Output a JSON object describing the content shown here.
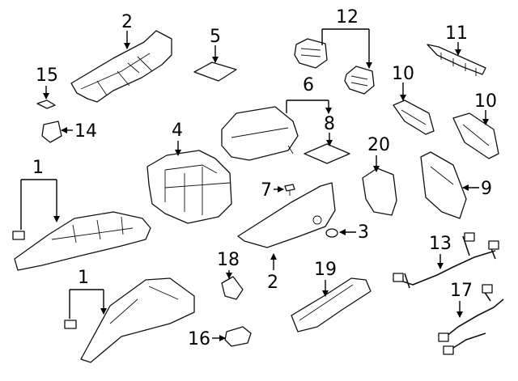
{
  "callouts": {
    "c1a": "1",
    "c1b": "1",
    "c2a": "2",
    "c2b": "2",
    "c3": "3",
    "c4": "4",
    "c5": "5",
    "c6": "6",
    "c7": "7",
    "c8": "8",
    "c9": "9",
    "c10a": "10",
    "c10b": "10",
    "c11": "11",
    "c12": "12",
    "c13": "13",
    "c14": "14",
    "c15": "15",
    "c16": "16",
    "c17": "17",
    "c18": "18",
    "c19": "19",
    "c20": "20"
  },
  "colors": {
    "line": "#111111",
    "background": "#ffffff"
  }
}
